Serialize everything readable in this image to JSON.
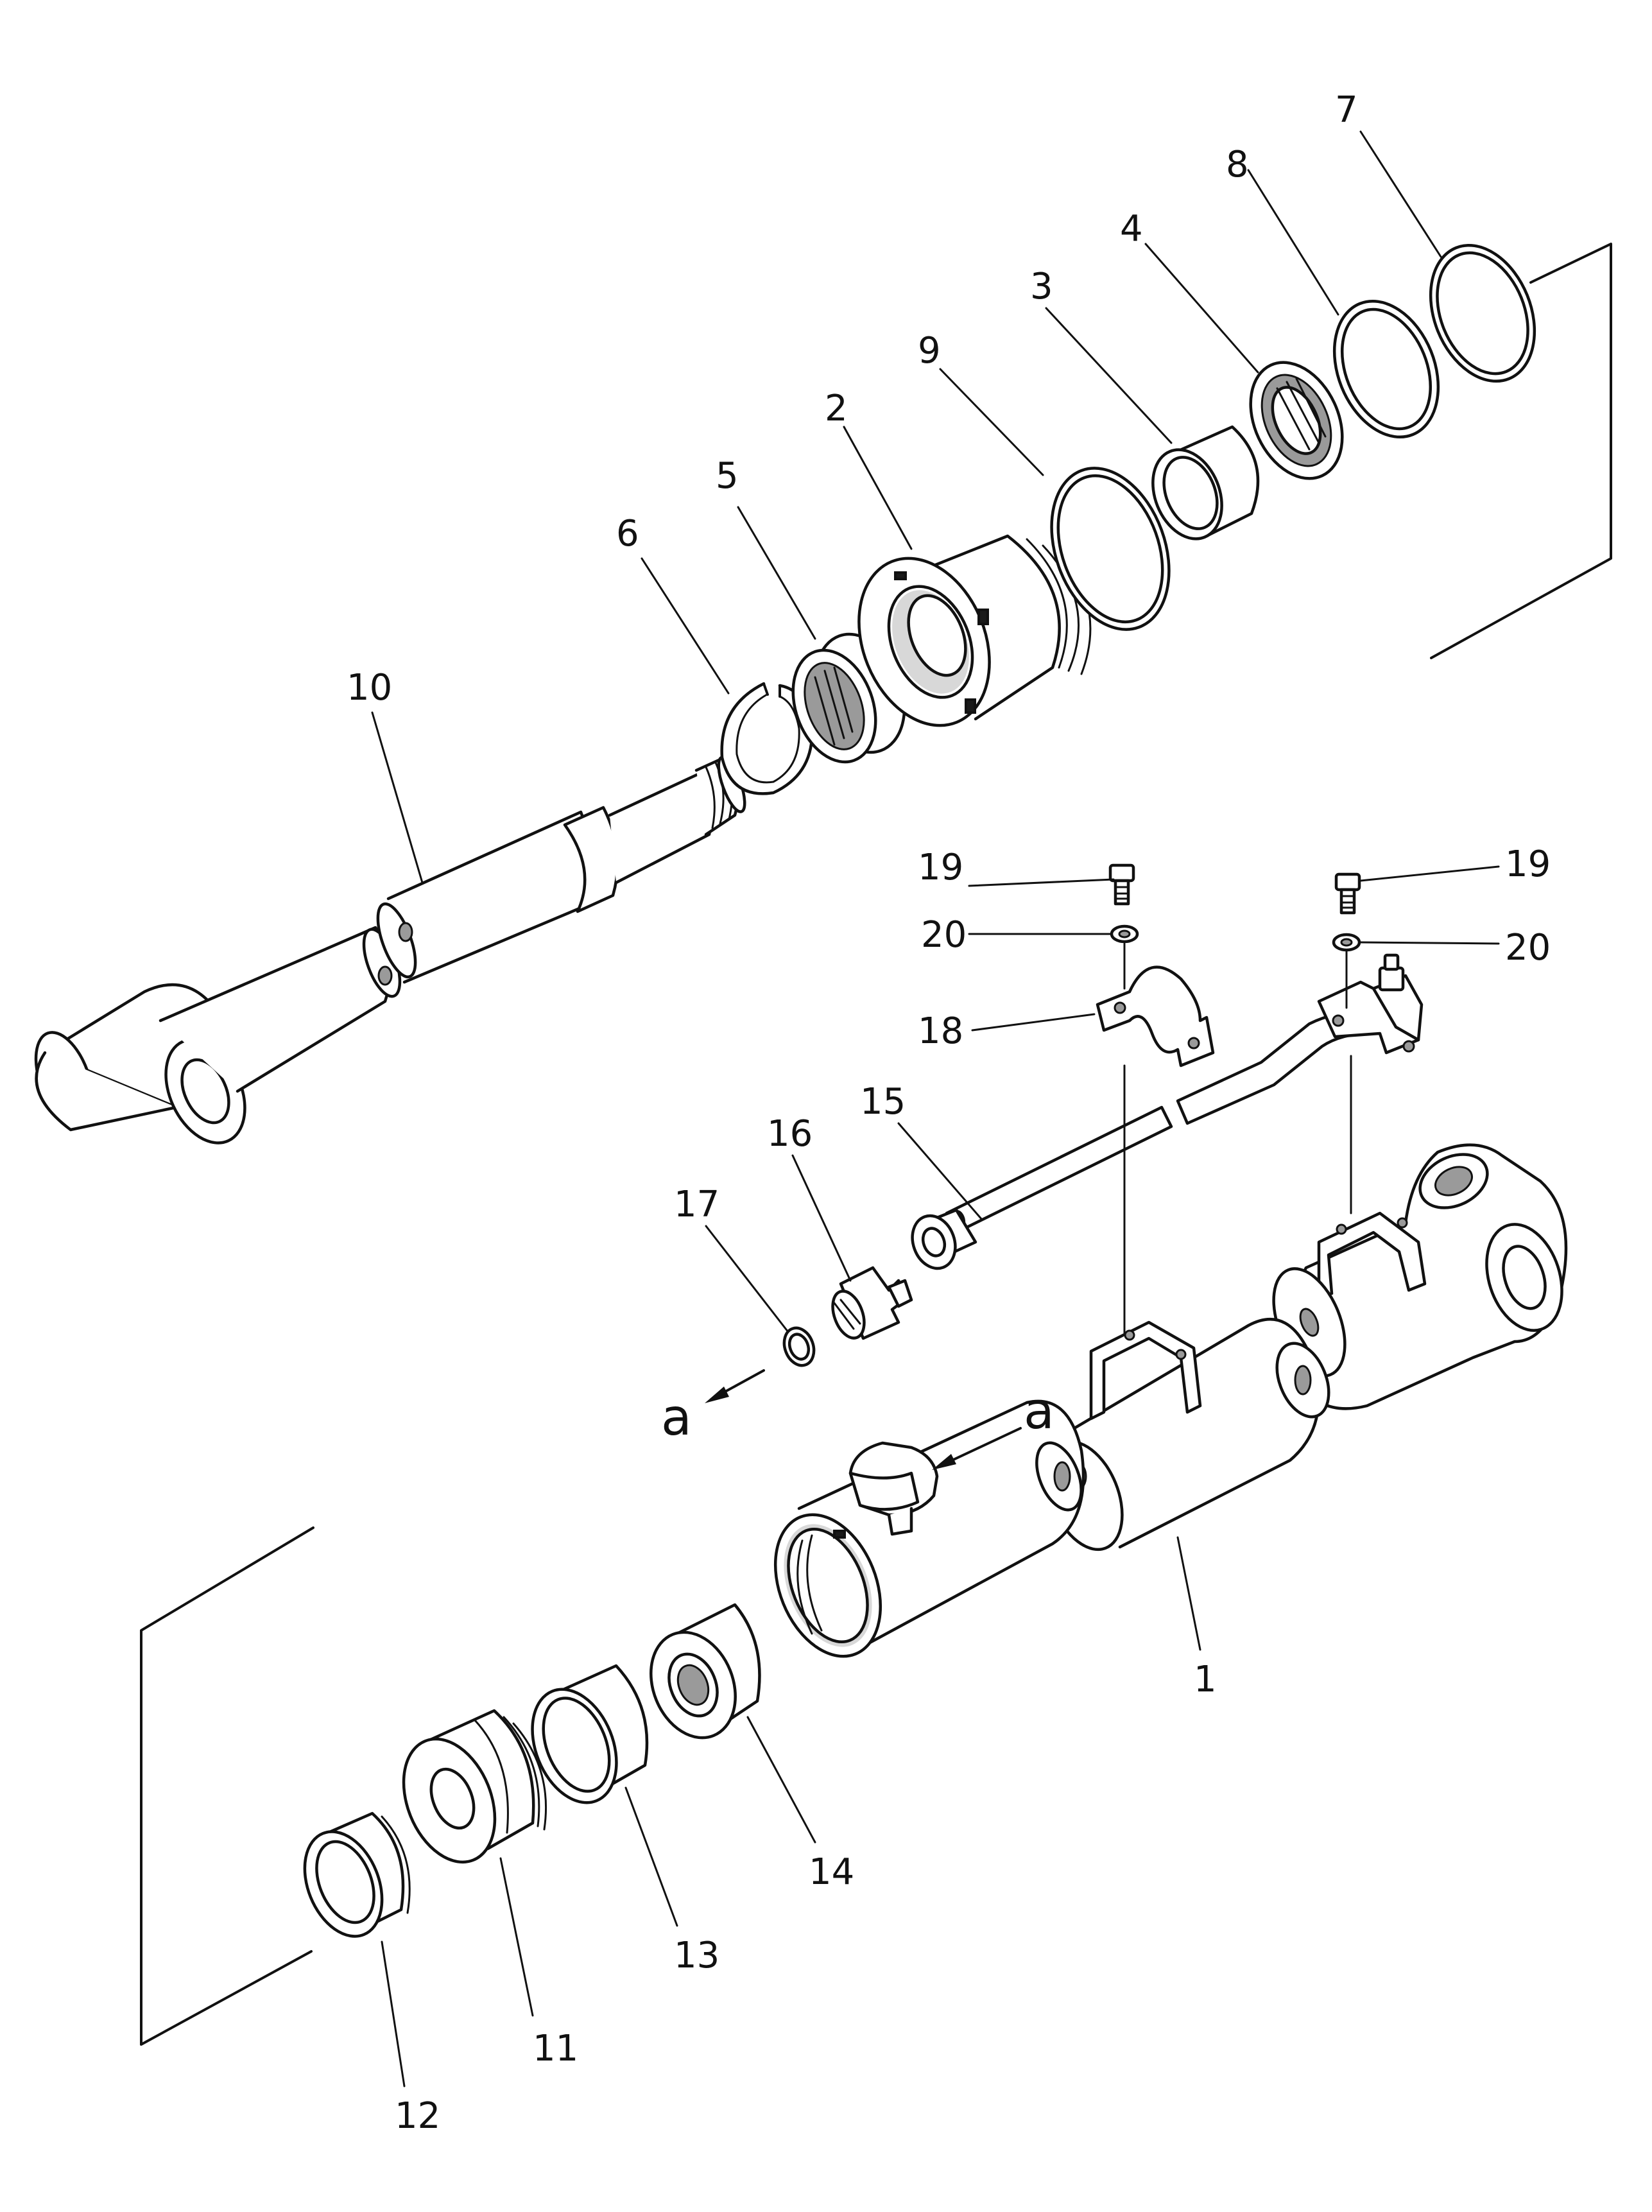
{
  "labels": {
    "n1": "1",
    "n2": "2",
    "n3": "3",
    "n4": "4",
    "n5": "5",
    "n6": "6",
    "n7": "7",
    "n8": "8",
    "n9": "9",
    "n10": "10",
    "n11": "11",
    "n12": "12",
    "n13": "13",
    "n14": "14",
    "n15": "15",
    "n16": "16",
    "n17": "17",
    "n18": "18",
    "n19a": "19",
    "n19b": "19",
    "n20a": "20",
    "n20b": "20"
  },
  "arrows": {
    "a1": "a",
    "a2": "a"
  }
}
